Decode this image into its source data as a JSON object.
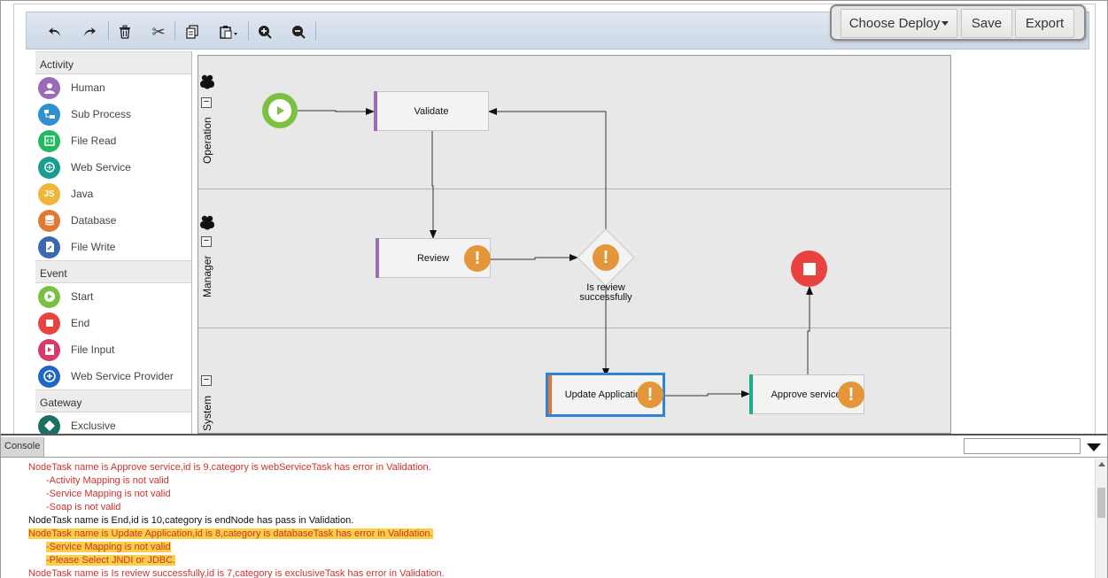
{
  "toolbar": {
    "undo_icon": "undo-icon",
    "redo_icon": "redo-icon",
    "delete_icon": "trash-icon",
    "cut_icon": "scissors-icon",
    "copy_icon": "copy-icon",
    "paste_icon": "paste-icon",
    "zoom_in_icon": "zoom-in-icon",
    "zoom_out_icon": "zoom-out-icon",
    "choose_deploy_label": "Choose Deploy",
    "save_label": "Save",
    "export_label": "Export"
  },
  "palette": {
    "sections": [
      {
        "title": "Activity",
        "items": [
          {
            "label": "Human",
            "icon": "user-icon",
            "color": "#9b6bb7"
          },
          {
            "label": "Sub Process",
            "icon": "subprocess-icon",
            "color": "#2f8fd0"
          },
          {
            "label": "File Read",
            "icon": "file-read-icon",
            "color": "#25b863"
          },
          {
            "label": "Web Service",
            "icon": "web-service-icon",
            "color": "#1a9c8e"
          },
          {
            "label": "Java",
            "icon": "java-icon",
            "color": "#eeb73a"
          },
          {
            "label": "Database",
            "icon": "database-icon",
            "color": "#e07a33"
          },
          {
            "label": "File Write",
            "icon": "file-write-icon",
            "color": "#3c68b1"
          }
        ]
      },
      {
        "title": "Event",
        "items": [
          {
            "label": "Start",
            "icon": "start-event-icon",
            "color": "#7bc043"
          },
          {
            "label": "End",
            "icon": "end-event-icon",
            "color": "#e8433f"
          },
          {
            "label": "File Input",
            "icon": "file-input-icon",
            "color": "#d9396a"
          },
          {
            "label": "Web Service Provider",
            "icon": "web-service-provider-icon",
            "color": "#2066c4"
          }
        ]
      },
      {
        "title": "Gateway",
        "items": [
          {
            "label": "Exclusive",
            "icon": "exclusive-gateway-icon",
            "color": "#1f6e63"
          }
        ]
      }
    ]
  },
  "diagram": {
    "lanes": [
      "Operation",
      "Manager",
      "System"
    ],
    "tasks": {
      "validate": "Validate",
      "review": "Review",
      "update_application": "Update Applicatio",
      "approve_service": "Approve service"
    },
    "gateway_label_line1": "Is review",
    "gateway_label_line2": "successfully",
    "colors": {
      "start": "#7bc043",
      "end": "#e8433f",
      "human_stripe": "#9b6bb7",
      "database_stripe": "#e07a33",
      "webservice_stripe": "#1faa8a",
      "warning": "#e3963a",
      "selected": "#2f84d6"
    }
  },
  "console": {
    "tab_label": "Console",
    "filter_value": "",
    "lines": [
      {
        "text": "NodeTask name is Approve service,id is 9,category is webServiceTask has error in Validation.",
        "kind": "err",
        "sub": false,
        "hl": false
      },
      {
        "text": "-Activity Mapping is not valid",
        "kind": "err",
        "sub": true,
        "hl": false
      },
      {
        "text": "-Service Mapping is not valid",
        "kind": "err",
        "sub": true,
        "hl": false
      },
      {
        "text": "-Soap is not valid",
        "kind": "err",
        "sub": true,
        "hl": false
      },
      {
        "text": "NodeTask name is End,id is 10,category is endNode has pass in Validation.",
        "kind": "ok",
        "sub": false,
        "hl": false
      },
      {
        "text": "NodeTask name is Update Application,id is 8,category is databaseTask has error in Validation.",
        "kind": "err",
        "sub": false,
        "hl": true
      },
      {
        "text": "-Service Mapping is not valid",
        "kind": "err",
        "sub": true,
        "hl": true
      },
      {
        "text": "-Please Select JNDI or JDBC.",
        "kind": "err",
        "sub": true,
        "hl": true
      },
      {
        "text": "NodeTask name is Is review successfully,id is 7,category is exclusiveTask has error in Validation.",
        "kind": "err",
        "sub": false,
        "hl": false
      }
    ]
  }
}
